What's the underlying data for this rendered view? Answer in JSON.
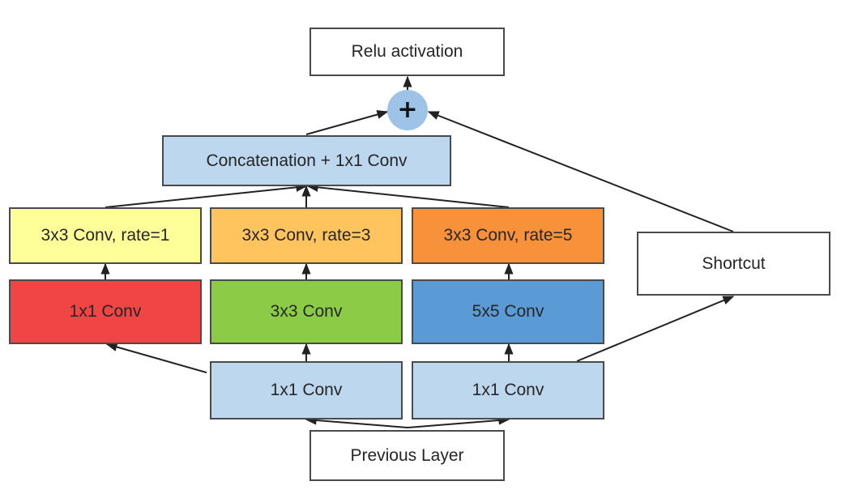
{
  "nodes": {
    "relu": {
      "label": "Relu activation",
      "fill": "#ffffff"
    },
    "concat": {
      "label": "Concatenation + 1x1 Conv",
      "fill": "#bdd7ee"
    },
    "rate1": {
      "label": "3x3 Conv, rate=1",
      "fill": "#ffff99"
    },
    "rate3": {
      "label": "3x3 Conv, rate=3",
      "fill": "#ffc45e"
    },
    "rate5": {
      "label": "3x3 Conv, rate=5",
      "fill": "#f7913a"
    },
    "conv1_red": {
      "label": "1x1 Conv",
      "fill": "#f04545"
    },
    "conv3_green": {
      "label": "3x3 Conv",
      "fill": "#8ccb45"
    },
    "conv5_blue": {
      "label": "5x5 Conv",
      "fill": "#5b9bd5"
    },
    "base_left": {
      "label": "1x1 Conv",
      "fill": "#bdd7ee"
    },
    "base_right": {
      "label": "1x1 Conv",
      "fill": "#bdd7ee"
    },
    "previous": {
      "label": "Previous Layer",
      "fill": "#ffffff"
    },
    "shortcut": {
      "label": "Shortcut",
      "fill": "#ffffff"
    },
    "add": {
      "label": "+",
      "fill": "#9dc3e6"
    }
  },
  "edges": [
    [
      "previous",
      "base_left"
    ],
    [
      "previous",
      "base_right"
    ],
    [
      "base_left",
      "conv1_red"
    ],
    [
      "base_left",
      "conv3_green"
    ],
    [
      "base_right",
      "conv5_blue"
    ],
    [
      "base_right",
      "shortcut"
    ],
    [
      "conv1_red",
      "rate1"
    ],
    [
      "conv3_green",
      "rate3"
    ],
    [
      "conv5_blue",
      "rate5"
    ],
    [
      "rate1",
      "concat"
    ],
    [
      "rate3",
      "concat"
    ],
    [
      "rate5",
      "concat"
    ],
    [
      "concat",
      "add"
    ],
    [
      "shortcut",
      "add"
    ],
    [
      "add",
      "relu"
    ]
  ],
  "colors": {
    "edge": "#222222",
    "border": "#4a4a4a"
  }
}
